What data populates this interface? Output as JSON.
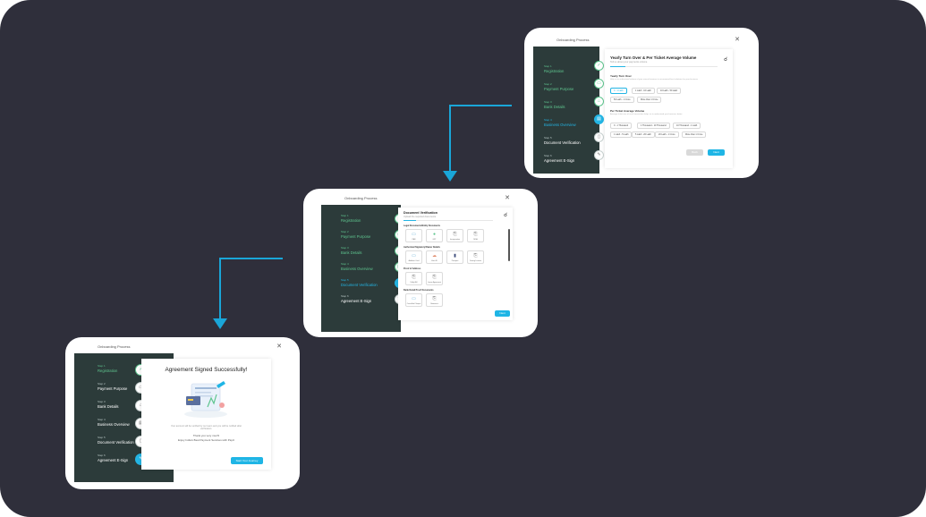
{
  "colors": {
    "canvas": "#2f2f3b",
    "connector": "#1aa6d8",
    "sidebar": "#2c3b3a",
    "done": "#5fc58f",
    "active": "#24b5e4",
    "primary_button": "#1fb5e5"
  },
  "window_title": "Onboarding Process",
  "steps": [
    {
      "num": "Step 1",
      "name": "Registration",
      "icon": "user-check-icon"
    },
    {
      "num": "Step 2",
      "name": "Payment Purpose",
      "icon": "card-icon"
    },
    {
      "num": "Step 3",
      "name": "Bank Details",
      "icon": "bank-icon"
    },
    {
      "num": "Step 4",
      "name": "Business Overview",
      "icon": "chart-icon"
    },
    {
      "num": "Step 5",
      "name": "Document Verification",
      "icon": "doc-icon"
    },
    {
      "num": "Step 6",
      "name": "Agreement E-Sign",
      "icon": "sign-icon"
    }
  ],
  "screen1": {
    "title": "Yearly Turn Over & Per Ticket Average Volume",
    "subtitle": "Tell us about your payments volume",
    "turnover": {
      "heading": "Yearly Turn Over",
      "desc": "Help us to understand volume of your annual turnover to recommend best solutions for your business",
      "options": [
        "0 - 1 Lakh",
        "1 Lakh - 10 Lakh",
        "10 Lakh - 50 Lakh",
        "50 Lakh - 1 Crore",
        "More than 1 Crore"
      ]
    },
    "ticket": {
      "heading": "Per Ticket Average Volume",
      "desc": "Average ticket size of each transaction helps us to understand your business better",
      "options": [
        "0 - 1 Thousand",
        "1 Thousand - 10 Thousand",
        "10 Thousand - 1 Lakh",
        "1 Lakh - 5 Lakh",
        "5 Lakh - 20 Lakh",
        "20 Lakh - 1 Crore",
        "More than 1 Crore"
      ]
    },
    "back_label": "Back",
    "next_label": "Next"
  },
  "screen2": {
    "title": "Document Verification",
    "subtitle": "Upload the required documents",
    "sections": [
      {
        "heading": "Legal Documents/Entity Documents",
        "tiles": [
          "PAN",
          "GST",
          "Incorporation",
          "MOA"
        ]
      },
      {
        "heading": "Authorized Signatory/Owner Details",
        "tiles": [
          "Aadhaar Card",
          "Voter ID",
          "Passport",
          "Driving License"
        ]
      },
      {
        "heading": "Proof of Address",
        "tiles": [
          "Utility Bill",
          "Lease Agreement"
        ]
      },
      {
        "heading": "Bank Detail Proof Documents",
        "tiles": [
          "Cancelled Cheque",
          "Statement"
        ]
      }
    ],
    "next_label": "Next"
  },
  "screen3": {
    "title": "Agreement Signed Successfully!",
    "message": "Your account will be verified by our team and you will be notified after verification.",
    "thanks": "Thank you very much!",
    "tagline": "Enjoy India's Best Payment Services with PayU",
    "button_label": "Start Your Journey"
  }
}
